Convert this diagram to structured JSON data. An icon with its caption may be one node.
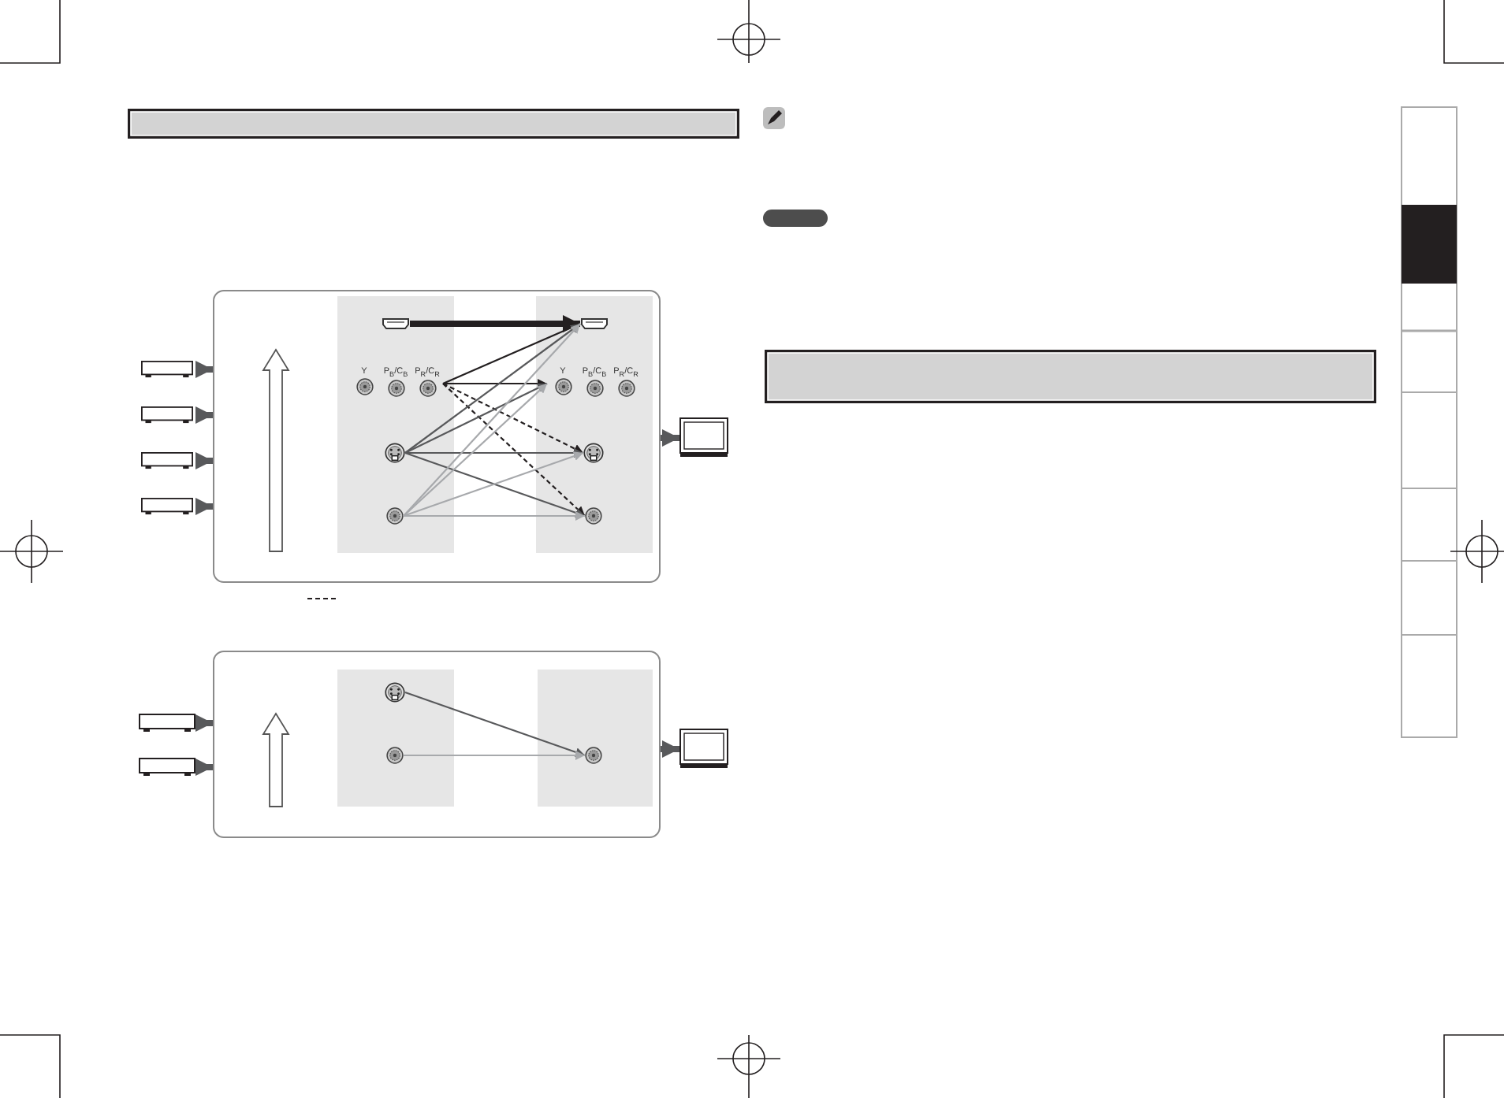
{
  "diagram": {
    "nodes": [
      {
        "text": [],
        "shape": "box"
      },
      {
        "text": [],
        "shape": "box"
      },
      {
        "text": [],
        "shape": "box"
      },
      {
        "text": [],
        "shape": "box"
      },
      {
        "text": [],
        "shape": "box"
      },
      {
        "text": [],
        "shape": "box",
        "in": 0
      },
      {
        "text": [],
        "shape": "box",
        "in": 0
      },
      {
        "text": [],
        "shape": "box",
        "in": 5
      },
      {
        "text": [
          "Y",
          "P$_{B}$/C$_{B}$",
          "P$_{R}$/C$_{R}$"
        ],
        "in": 5
      },
      {
        "text": [],
        "shape": "circle",
        "in": 5
      },
      {
        "text": [],
        "shape": "circle",
        "in": 5
      },
      {
        "text": [],
        "shape": "box",
        "in": 6
      },
      {
        "text": [
          "Y",
          "P$_{B}$/C$_{B}$",
          "P$_{R}$/C$_{R}$"
        ],
        "in": 6
      },
      {
        "text": [],
        "shape": "circle",
        "in": 6
      },
      {
        "text": [],
        "shape": "circle",
        "in": 6
      },
      {
        "text": [],
        "shape": "monitor"
      },
      {
        "text": [],
        "shape": "box"
      },
      {
        "text": [],
        "shape": "box"
      },
      {
        "text": [],
        "shape": "box"
      },
      {
        "text": [],
        "shape": "box",
        "in": 16
      },
      {
        "text": [],
        "shape": "box",
        "in": 16
      },
      {
        "text": [],
        "shape": "circle",
        "in": 19
      },
      {
        "text": [],
        "shape": "circle",
        "in": 19
      },
      {
        "text": [],
        "shape": "circle",
        "in": 20
      },
      {
        "text": [],
        "shape": "monitor"
      }
    ],
    "edges": [
      {
        "from": 1,
        "to": 0,
        "arrow": "to",
        "style": "thick"
      },
      {
        "from": 2,
        "to": 0,
        "arrow": "to",
        "style": "thick"
      },
      {
        "from": 3,
        "to": 0,
        "arrow": "to",
        "style": "thick"
      },
      {
        "from": 4,
        "to": 0,
        "arrow": "to",
        "style": "thick"
      },
      {
        "from": 0,
        "to": 15,
        "arrow": "to",
        "style": "thick"
      },
      {
        "from": 7,
        "to": 11,
        "arrow": "to",
        "style": "thick",
        "color": "#231f20"
      },
      {
        "from": 8,
        "to": 11,
        "arrow": "to",
        "color": "#231f20"
      },
      {
        "from": 8,
        "to": 12,
        "arrow": "to",
        "color": "#231f20"
      },
      {
        "from": 8,
        "to": 13,
        "arrow": "to",
        "style": "dashed",
        "color": "#231f20"
      },
      {
        "from": 8,
        "to": 14,
        "arrow": "to",
        "style": "dashed",
        "color": "#231f20"
      },
      {
        "from": 9,
        "to": 11,
        "arrow": "to"
      },
      {
        "from": 9,
        "to": 12,
        "arrow": "to"
      },
      {
        "from": 9,
        "to": 13,
        "arrow": "to"
      },
      {
        "from": 9,
        "to": 14,
        "arrow": "to"
      },
      {
        "from": 10,
        "to": 11,
        "arrow": "to",
        "color": "#a7a9ac"
      },
      {
        "from": 10,
        "to": 12,
        "arrow": "to",
        "color": "#a7a9ac"
      },
      {
        "from": 10,
        "to": 13,
        "arrow": "to",
        "color": "#a7a9ac"
      },
      {
        "from": 10,
        "to": 14,
        "arrow": "to",
        "color": "#a7a9ac"
      },
      {
        "from": 17,
        "to": 16,
        "arrow": "to",
        "style": "thick"
      },
      {
        "from": 18,
        "to": 16,
        "arrow": "to",
        "style": "thick"
      },
      {
        "from": 16,
        "to": 24,
        "arrow": "to",
        "style": "thick"
      },
      {
        "from": 21,
        "to": 23,
        "arrow": "to"
      },
      {
        "from": 22,
        "to": 23,
        "arrow": "to",
        "color": "#a7a9ac"
      }
    ]
  }
}
